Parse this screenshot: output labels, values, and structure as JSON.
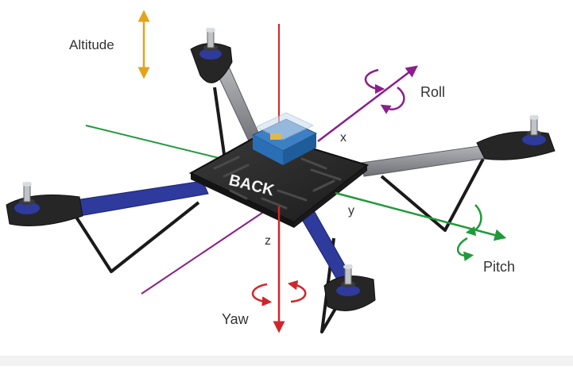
{
  "labels": {
    "altitude": "Altitude",
    "roll": "Roll",
    "pitch": "Pitch",
    "yaw": "Yaw",
    "x": "x",
    "y": "y",
    "z": "z",
    "back": "BACK"
  },
  "colors": {
    "altitude": "#e3a419",
    "roll": "#8b1f8b",
    "pitch": "#1f9a3a",
    "yaw": "#d0262b",
    "z_axis": "#d0262b",
    "frame": "#2b2b2b",
    "arm_blue": "#2e3a9c",
    "arm_grey": "#8c8f94",
    "board": "#2a6fb5",
    "text": "#333333",
    "background": "#ffffff"
  },
  "icons": {
    "altitude": "vertical-double-arrow-icon",
    "roll": "rotation-arrows-icon",
    "pitch": "rotation-arrows-icon",
    "yaw": "rotation-arrows-icon"
  }
}
